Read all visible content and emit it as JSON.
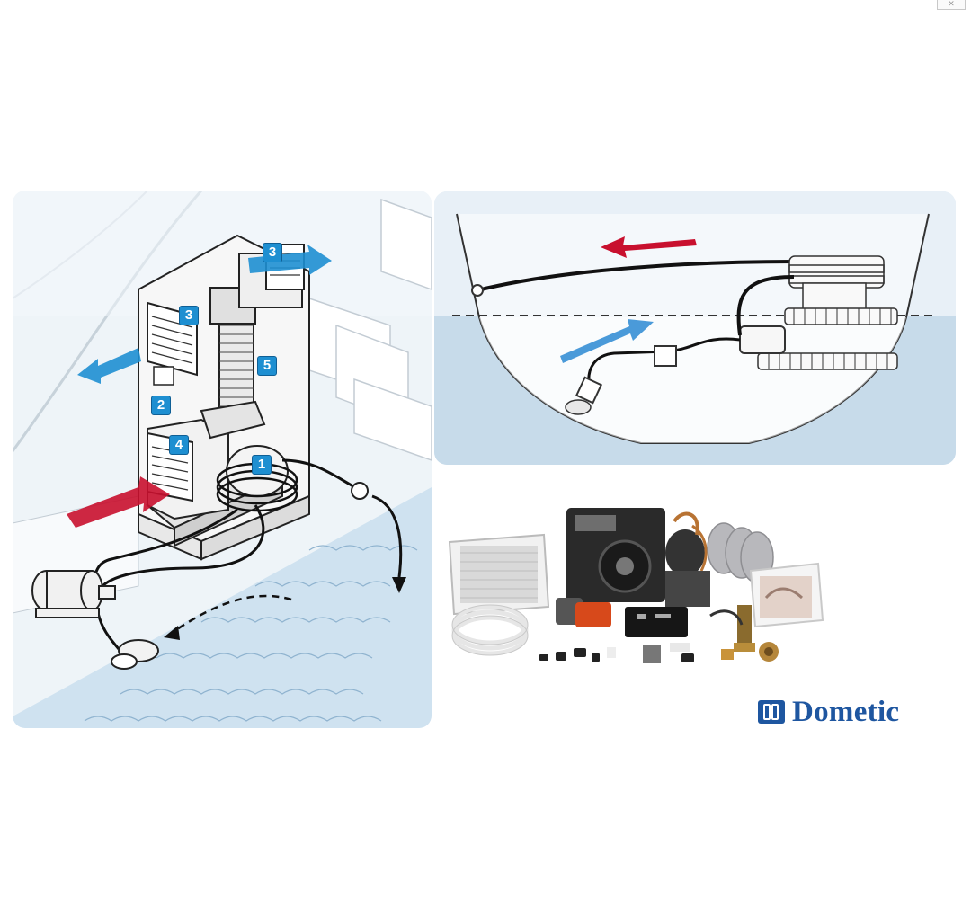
{
  "callouts": {
    "c1": "1",
    "c2": "2",
    "c3a": "3",
    "c3b": "3",
    "c4": "4",
    "c5": "5"
  },
  "brand": {
    "name": "Dometic",
    "color": "#1e56a0"
  },
  "colors": {
    "warm_air": "#c8102e",
    "cool_air": "#1e8fd1",
    "water": "#c9dff0",
    "callout": "#1e8fd1"
  },
  "icons": {
    "close": "close-icon"
  }
}
